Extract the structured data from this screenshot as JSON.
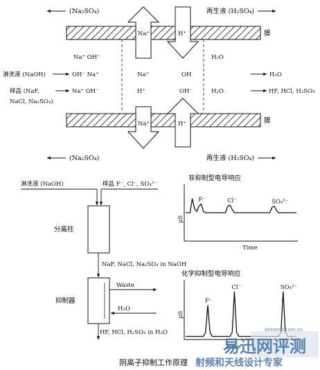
{
  "top": {
    "na2so4_top_left": "(Na₂SO₄)",
    "regen_top_right": "再生液 (H₂SO₄)",
    "membrane_top": "膜",
    "na_plus_top": "Na⁺",
    "h_plus_top": "H⁺",
    "na_oh_left_1": "Na⁺ OH⁻",
    "h2o_upper": "H₂O",
    "eluent_label": "淋洗液 (NaOH)",
    "oh_na_left": "OH⁻ Na⁺",
    "na_mid": "Na⁺",
    "oh_mid": "OH",
    "h2o_right_1": "H₂O",
    "sample_label_1": "样品 (NaF,",
    "sample_label_2": "NaCl, Na₂SO₄)",
    "na_oh_left_2": "Na⁺ OH⁻",
    "h_mid": "H⁺",
    "oh_minus_mid": "OH⁻",
    "h2o_mid_right": "H₂O",
    "products_right": "HF, HCl, H₂SO₄",
    "na_plus_bottom": "Na⁺",
    "h_plus_bottom": "H⁺",
    "membrane_bottom": "膜",
    "na2so4_bottom_left": "(Na₂SO₄)",
    "regen_bottom_right": "再生液 (H₂SO₄)"
  },
  "flow": {
    "eluent": "淋洗液 (NaOH)",
    "sample": "样品 F⁻, Cl⁻, SO₄²⁻",
    "column": "分离柱",
    "after_column": "NaF, NaCl, Na₂SO₄ in NaOH",
    "suppressor": "抑制器",
    "waste": "Waste",
    "water": "H₂O",
    "after_suppressor": "HF, HCl, H₂SO₄ in H₂O"
  },
  "charts": {
    "top_title": "非抑制型电导响应",
    "bottom_title": "化学抑制型电导响应",
    "ylabel": "μS",
    "xlabel": "Time",
    "peak_f": "F⁻",
    "peak_cl": "Cl⁻",
    "peak_so4": "SO₄²⁻"
  },
  "chart_data": [
    {
      "type": "line",
      "title": "非抑制型电导响应",
      "xlabel": "Time",
      "ylabel": "μS",
      "grid": false,
      "xlim": [
        0,
        100
      ],
      "ylim": [
        0,
        100
      ],
      "x": [
        0,
        4,
        6,
        8,
        10,
        12,
        14,
        15,
        16,
        18,
        20,
        24,
        30,
        36,
        38,
        40,
        42,
        44,
        50,
        60,
        70,
        76,
        78,
        80,
        82,
        84,
        90,
        100
      ],
      "values": [
        50,
        50,
        76,
        58,
        52,
        62,
        66,
        60,
        52,
        50,
        50,
        50,
        50,
        50,
        62,
        64,
        56,
        50,
        50,
        50,
        50,
        50,
        60,
        62,
        54,
        50,
        50,
        50
      ],
      "annotations": [
        {
          "label": "F⁻",
          "x": 14
        },
        {
          "label": "Cl⁻",
          "x": 40
        },
        {
          "label": "SO₄²⁻",
          "x": 80
        }
      ]
    },
    {
      "type": "line",
      "title": "化学抑制型电导响应",
      "xlabel": "Time",
      "ylabel": "μS",
      "grid": false,
      "xlim": [
        0,
        100
      ],
      "ylim": [
        0,
        100
      ],
      "x": [
        0,
        16,
        18,
        20,
        22,
        24,
        40,
        42,
        44,
        46,
        48,
        84,
        86,
        88,
        90,
        92,
        100
      ],
      "values": [
        3,
        3,
        10,
        58,
        10,
        3,
        3,
        10,
        82,
        10,
        3,
        3,
        10,
        82,
        10,
        3,
        3
      ],
      "annotations": [
        {
          "label": "F⁻",
          "x": 20
        },
        {
          "label": "Cl⁻",
          "x": 44
        },
        {
          "label": "SO₄²⁻",
          "x": 88
        }
      ]
    }
  ],
  "caption": "阴离子抑制工作原理",
  "watermark": {
    "big": "易迅网评测",
    "small": "射频和天线设计专家",
    "url": "eetrend.com.cn"
  }
}
